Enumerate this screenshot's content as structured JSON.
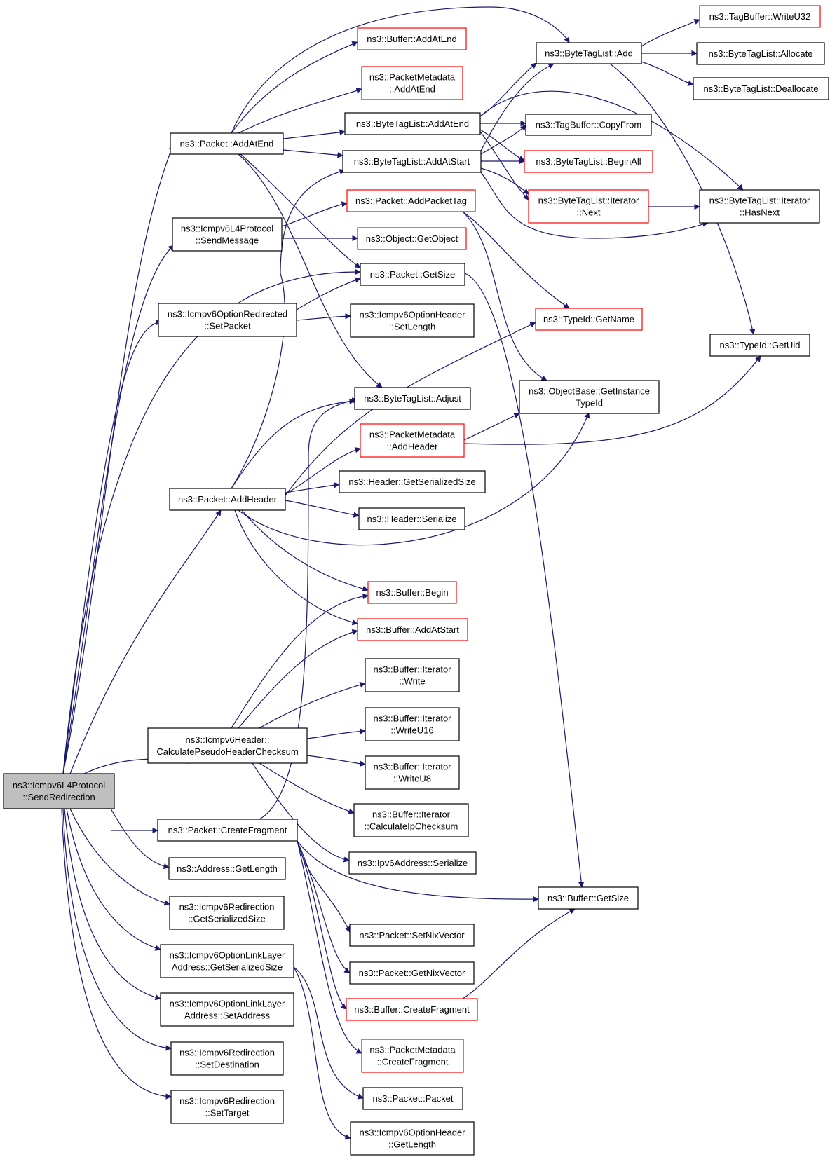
{
  "colors": {
    "edge": "#191970",
    "box_border": "#000000",
    "truncated_border": "#ff0000",
    "root_fill": "#bfbfbf",
    "node_fill": "#ffffff"
  },
  "nodes": [
    {
      "id": "root",
      "lines": [
        "ns3::Icmpv6L4Protocol",
        "::SendRedirection"
      ],
      "kind": "root"
    },
    {
      "id": "pkt_addatend",
      "lines": [
        "ns3::Packet::AddAtEnd"
      ],
      "kind": "normal"
    },
    {
      "id": "l4_sendmessage",
      "lines": [
        "ns3::Icmpv6L4Protocol",
        "::SendMessage"
      ],
      "kind": "normal"
    },
    {
      "id": "optredir_setpacket",
      "lines": [
        "ns3::Icmpv6OptionRedirected",
        "::SetPacket"
      ],
      "kind": "normal"
    },
    {
      "id": "pkt_addheader",
      "lines": [
        "ns3::Packet::AddHeader"
      ],
      "kind": "normal"
    },
    {
      "id": "hdr_calcpseudo",
      "lines": [
        "ns3::Icmpv6Header::",
        "CalculatePseudoHeaderChecksum"
      ],
      "kind": "normal"
    },
    {
      "id": "pkt_createfragment",
      "lines": [
        "ns3::Packet::CreateFragment"
      ],
      "kind": "normal"
    },
    {
      "id": "addr_getlength",
      "lines": [
        "ns3::Address::GetLength"
      ],
      "kind": "normal"
    },
    {
      "id": "redir_getserialized",
      "lines": [
        "ns3::Icmpv6Redirection",
        "::GetSerializedSize"
      ],
      "kind": "normal"
    },
    {
      "id": "optll_getserialized",
      "lines": [
        "ns3::Icmpv6OptionLinkLayer",
        "Address::GetSerializedSize"
      ],
      "kind": "normal"
    },
    {
      "id": "optll_setaddress",
      "lines": [
        "ns3::Icmpv6OptionLinkLayer",
        "Address::SetAddress"
      ],
      "kind": "normal"
    },
    {
      "id": "redir_setdest",
      "lines": [
        "ns3::Icmpv6Redirection",
        "::SetDestination"
      ],
      "kind": "normal"
    },
    {
      "id": "redir_settarget",
      "lines": [
        "ns3::Icmpv6Redirection",
        "::SetTarget"
      ],
      "kind": "normal"
    },
    {
      "id": "buf_addatend",
      "lines": [
        "ns3::Buffer::AddAtEnd"
      ],
      "kind": "truncated"
    },
    {
      "id": "pm_addatend",
      "lines": [
        "ns3::PacketMetadata",
        "::AddAtEnd"
      ],
      "kind": "truncated"
    },
    {
      "id": "btl_addatend",
      "lines": [
        "ns3::ByteTagList::AddAtEnd"
      ],
      "kind": "normal"
    },
    {
      "id": "btl_addatstart",
      "lines": [
        "ns3::ByteTagList::AddAtStart"
      ],
      "kind": "normal"
    },
    {
      "id": "pkt_addpackettag",
      "lines": [
        "ns3::Packet::AddPacketTag"
      ],
      "kind": "truncated"
    },
    {
      "id": "obj_getobject",
      "lines": [
        "ns3::Object::GetObject"
      ],
      "kind": "truncated"
    },
    {
      "id": "pkt_getsize",
      "lines": [
        "ns3::Packet::GetSize"
      ],
      "kind": "normal"
    },
    {
      "id": "opthdr_setlength",
      "lines": [
        "ns3::Icmpv6OptionHeader",
        "::SetLength"
      ],
      "kind": "normal"
    },
    {
      "id": "btl_adjust",
      "lines": [
        "ns3::ByteTagList::Adjust"
      ],
      "kind": "normal"
    },
    {
      "id": "pm_addheader",
      "lines": [
        "ns3::PacketMetadata",
        "::AddHeader"
      ],
      "kind": "truncated"
    },
    {
      "id": "hdr_getserialized",
      "lines": [
        "ns3::Header::GetSerializedSize"
      ],
      "kind": "normal"
    },
    {
      "id": "hdr_serialize",
      "lines": [
        "ns3::Header::Serialize"
      ],
      "kind": "normal"
    },
    {
      "id": "buf_begin",
      "lines": [
        "ns3::Buffer::Begin"
      ],
      "kind": "truncated"
    },
    {
      "id": "buf_addatstart",
      "lines": [
        "ns3::Buffer::AddAtStart"
      ],
      "kind": "truncated"
    },
    {
      "id": "bi_write",
      "lines": [
        "ns3::Buffer::Iterator",
        "::Write"
      ],
      "kind": "normal"
    },
    {
      "id": "bi_writeu16",
      "lines": [
        "ns3::Buffer::Iterator",
        "::WriteU16"
      ],
      "kind": "normal"
    },
    {
      "id": "bi_writeu8",
      "lines": [
        "ns3::Buffer::Iterator",
        "::WriteU8"
      ],
      "kind": "normal"
    },
    {
      "id": "bi_calcip",
      "lines": [
        "ns3::Buffer::Iterator",
        "::CalculateIpChecksum"
      ],
      "kind": "normal"
    },
    {
      "id": "ipv6_serialize",
      "lines": [
        "ns3::Ipv6Address::Serialize"
      ],
      "kind": "normal"
    },
    {
      "id": "pkt_setnix",
      "lines": [
        "ns3::Packet::SetNixVector"
      ],
      "kind": "normal"
    },
    {
      "id": "pkt_getnix",
      "lines": [
        "ns3::Packet::GetNixVector"
      ],
      "kind": "normal"
    },
    {
      "id": "buf_createfragment",
      "lines": [
        "ns3::Buffer::CreateFragment"
      ],
      "kind": "truncated"
    },
    {
      "id": "pm_createfragment",
      "lines": [
        "ns3::PacketMetadata",
        "::CreateFragment"
      ],
      "kind": "truncated"
    },
    {
      "id": "pkt_packet",
      "lines": [
        "ns3::Packet::Packet"
      ],
      "kind": "normal"
    },
    {
      "id": "opthdr_getlength",
      "lines": [
        "ns3::Icmpv6OptionHeader",
        "::GetLength"
      ],
      "kind": "normal"
    },
    {
      "id": "btl_add",
      "lines": [
        "ns3::ByteTagList::Add"
      ],
      "kind": "normal"
    },
    {
      "id": "tb_copyfrom",
      "lines": [
        "ns3::TagBuffer::CopyFrom"
      ],
      "kind": "normal"
    },
    {
      "id": "btl_beginall",
      "lines": [
        "ns3::ByteTagList::BeginAll"
      ],
      "kind": "truncated"
    },
    {
      "id": "btli_next",
      "lines": [
        "ns3::ByteTagList::Iterator",
        "::Next"
      ],
      "kind": "truncated"
    },
    {
      "id": "typeid_getname",
      "lines": [
        "ns3::TypeId::GetName"
      ],
      "kind": "truncated"
    },
    {
      "id": "objbase_getinstance",
      "lines": [
        "ns3::ObjectBase::GetInstance",
        "TypeId"
      ],
      "kind": "normal"
    },
    {
      "id": "buf_getsize",
      "lines": [
        "ns3::Buffer::GetSize"
      ],
      "kind": "normal"
    },
    {
      "id": "tb_writeu32",
      "lines": [
        "ns3::TagBuffer::WriteU32"
      ],
      "kind": "truncated"
    },
    {
      "id": "btl_allocate",
      "lines": [
        "ns3::ByteTagList::Allocate"
      ],
      "kind": "normal"
    },
    {
      "id": "btl_deallocate",
      "lines": [
        "ns3::ByteTagList::Deallocate"
      ],
      "kind": "normal"
    },
    {
      "id": "btli_hasnext",
      "lines": [
        "ns3::ByteTagList::Iterator",
        "::HasNext"
      ],
      "kind": "normal"
    },
    {
      "id": "typeid_getuid",
      "lines": [
        "ns3::TypeId::GetUid"
      ],
      "kind": "normal"
    }
  ]
}
